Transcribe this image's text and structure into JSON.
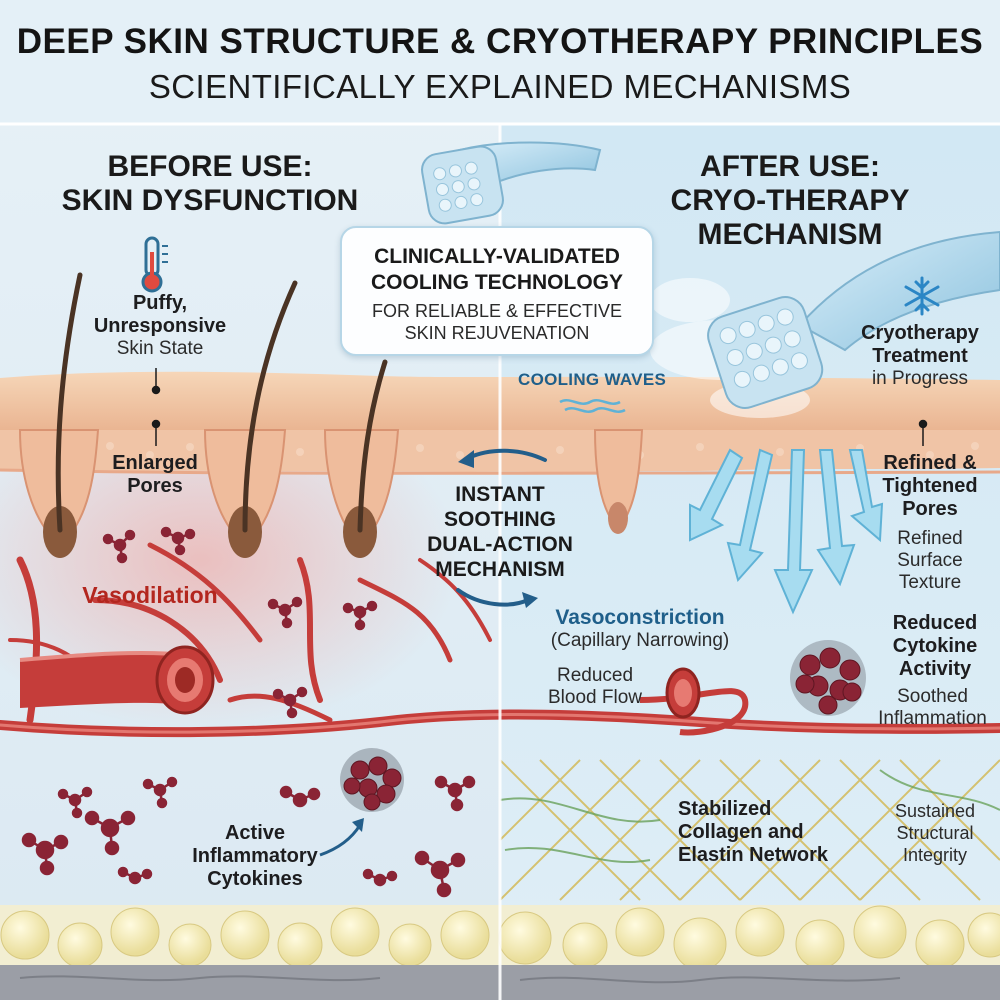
{
  "title": {
    "line1": "DEEP SKIN STRUCTURE & CRYOTHERAPY PRINCIPLES",
    "line2": "SCIENTIFICALLY EXPLAINED MECHANISMS"
  },
  "before": {
    "heading_line1": "BEFORE USE:",
    "heading_line2": "SKIN DYSFUNCTION",
    "puffy_title1": "Puffy,",
    "puffy_title2": "Unresponsive",
    "puffy_sub": "Skin State",
    "pores1": "Enlarged",
    "pores2": "Pores",
    "vasodilation": "Vasodilation",
    "cytokines1": "Active",
    "cytokines2": "Inflammatory",
    "cytokines3": "Cytokines"
  },
  "callout": {
    "line1": "CLINICALLY-VALIDATED",
    "line2": "COOLING TECHNOLOGY",
    "line3": "FOR RELIABLE & EFFECTIVE",
    "line4": "SKIN REJUVENATION"
  },
  "mechanism": {
    "line1": "INSTANT",
    "line2": "SOOTHING",
    "line3": "DUAL-ACTION",
    "line4": "MECHANISM"
  },
  "after": {
    "heading_line1": "AFTER USE:",
    "heading_line2": "CRYO-THERAPY",
    "heading_line3": "MECHANISM",
    "cooling_waves": "COOLING WAVES",
    "cryo1": "Cryotherapy",
    "cryo2": "Treatment",
    "cryo_sub": "in Progress",
    "refined1": "Refined &",
    "refined2": "Tightened",
    "refined3": "Pores",
    "refined_sub1": "Refined",
    "refined_sub2": "Surface",
    "refined_sub3": "Texture",
    "vasoconstriction": "Vasoconstriction",
    "vaso_sub": "(Capillary Narrowing)",
    "blood1": "Reduced",
    "blood2": "Blood Flow",
    "cytokine1": "Reduced",
    "cytokine2": "Cytokine",
    "cytokine3": "Activity",
    "soothed1": "Soothed",
    "soothed2": "Inflammation",
    "collagen1": "Stabilized",
    "collagen2": "Collagen and",
    "collagen3": "Elastin Network",
    "sustained1": "Sustained",
    "sustained2": "Structural",
    "sustained3": "Integrity"
  },
  "icons": {
    "thermometer": "thermometer-icon",
    "snowflake": "snowflake-icon",
    "roller": "ice-roller-icon"
  },
  "colors": {
    "skin": "#f2c9a6",
    "vessel": "#c53d3a",
    "cool_arrow": "#8fd0ea",
    "vaso_text": "#1f5f8a",
    "vasodilation_text": "#b3261e",
    "divider": "#ffffff"
  }
}
